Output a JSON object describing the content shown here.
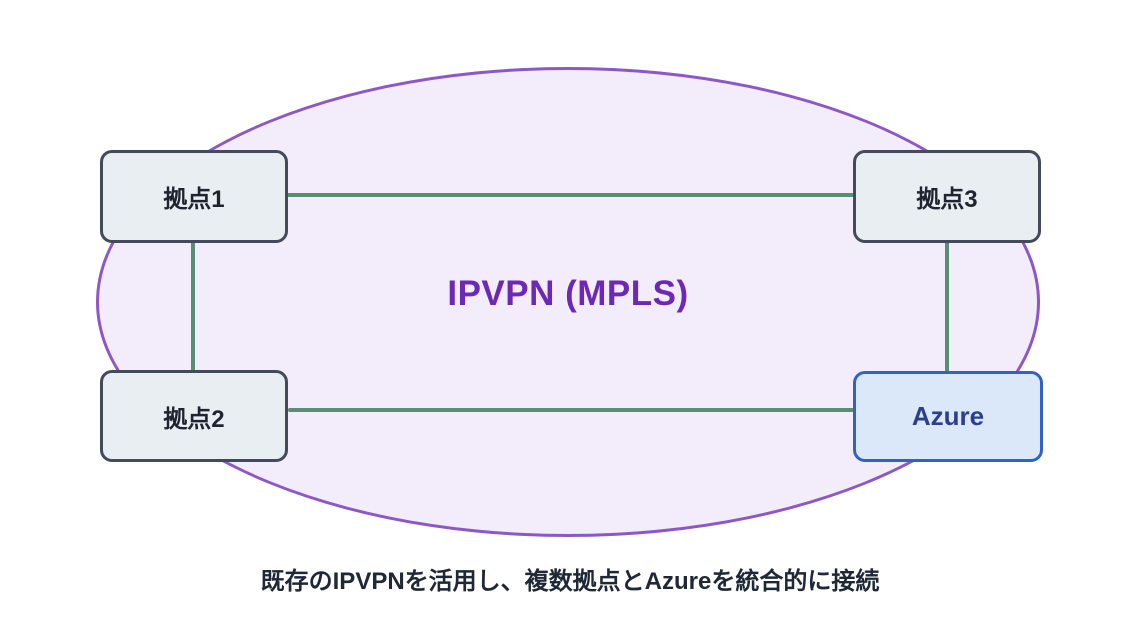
{
  "diagram": {
    "cloud": {
      "label": "IPVPN (MPLS)"
    },
    "nodes": {
      "site1": {
        "label": "拠点1"
      },
      "site2": {
        "label": "拠点2"
      },
      "site3": {
        "label": "拠点3"
      },
      "azure": {
        "label": "Azure"
      }
    },
    "edges": [
      {
        "from": "site1",
        "to": "site3"
      },
      {
        "from": "site1",
        "to": "site2"
      },
      {
        "from": "site2",
        "to": "azure"
      },
      {
        "from": "site3",
        "to": "azure"
      }
    ],
    "caption": "既存のIPVPNを活用し、複数拠点とAzureを統合的に接続"
  },
  "colors": {
    "background": "#ffffff",
    "cloud_fill": "#f3ecfb",
    "cloud_border": "#8d57c6",
    "cloud_label": "#6d28b5",
    "node_fill": "#e9eef3",
    "node_border": "#434a5b",
    "node_text": "#1f2430",
    "azure_fill": "#dbe8fa",
    "azure_border": "#3263c4",
    "azure_text": "#2b3f8e",
    "edge": "#578f72",
    "caption": "#1e2836"
  }
}
